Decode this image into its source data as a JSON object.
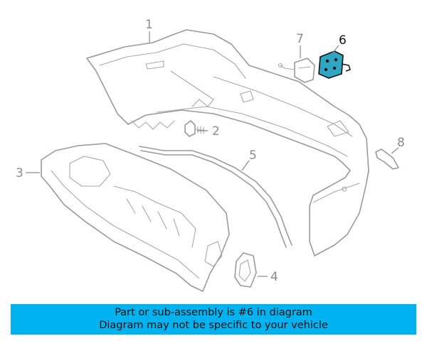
{
  "diagram": {
    "callouts": [
      {
        "id": "1",
        "label": "1"
      },
      {
        "id": "2",
        "label": "2"
      },
      {
        "id": "3",
        "label": "3"
      },
      {
        "id": "4",
        "label": "4"
      },
      {
        "id": "5",
        "label": "5"
      },
      {
        "id": "6",
        "label": "6"
      },
      {
        "id": "7",
        "label": "7"
      },
      {
        "id": "8",
        "label": "8"
      }
    ],
    "highlighted_part": "6",
    "colors": {
      "highlight_fill": "#2fa6c4",
      "line": "#9a9a9a",
      "banner": "#00b2f0"
    }
  },
  "banner": {
    "line1": "Part or sub-assembly is #6 in diagram",
    "line2": "Diagram may not be specific to your vehicle"
  }
}
